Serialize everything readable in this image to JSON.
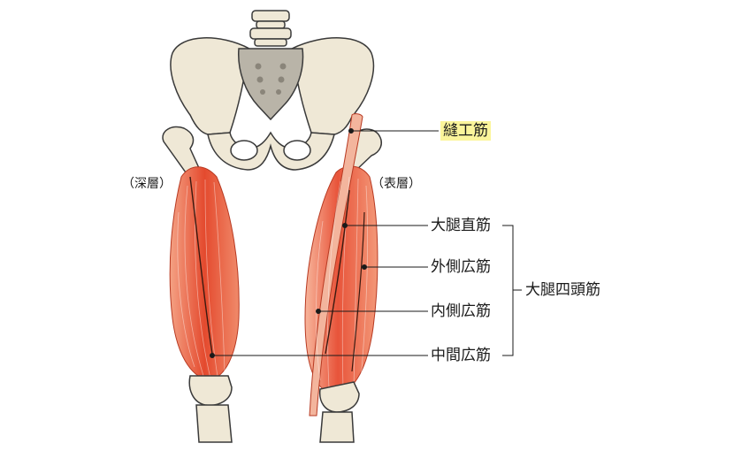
{
  "labels": {
    "deep_layer": "（深層）",
    "surface_layer": "（表層）",
    "sartorius": "縫工筋",
    "rectus_femoris": "大腿直筋",
    "vastus_lateralis": "外側広筋",
    "vastus_medialis": "内側広筋",
    "vastus_intermedius": "中間広筋",
    "quadriceps": "大腿四頭筋"
  },
  "colors": {
    "bone_fill": "#efe8d6",
    "bone_stroke": "#3a3a3a",
    "sacrum_fill": "#b9b4a8",
    "muscle_light": "#f6a98c",
    "muscle_dark": "#e0442a",
    "highlight": "#fbf59b",
    "leader_line": "#1a1a1a"
  }
}
